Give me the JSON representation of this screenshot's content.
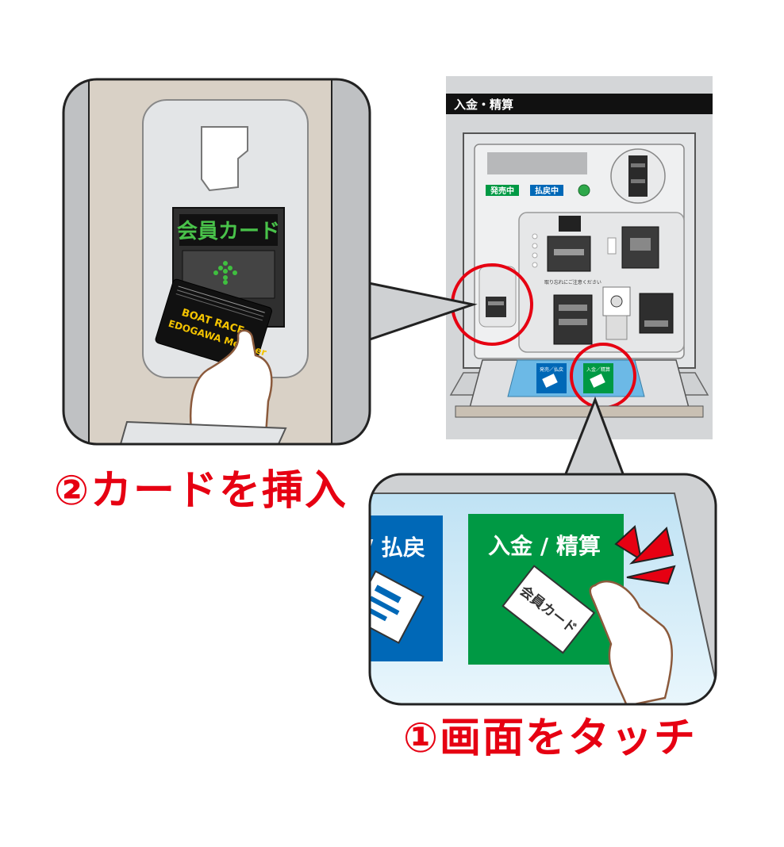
{
  "machine": {
    "header_title": "入金・精算",
    "status_sale": "発売中",
    "status_refund": "払戻中",
    "notice_small": "取り忘れにご注意ください",
    "screen_btn_sale_refund": "発売／払戻",
    "screen_btn_deposit": "入金／精算"
  },
  "slot_zoom": {
    "slot_sign": "会員カード",
    "card_line1": "BOAT RACE",
    "card_line2": "EDOGAWA Member"
  },
  "screen_zoom": {
    "left_button_partial": "/ 払戻",
    "deposit_button": "入金 / 精算",
    "card_illustration_label": "会員カード"
  },
  "captions": {
    "step2": "②カードを挿入",
    "step1": "①画面をタッチ"
  },
  "colors": {
    "caption_red": "#e60012",
    "deposit_green": "#009944",
    "refund_blue": "#0068b7",
    "slot_sign_green": "#49c24a",
    "header_black": "#111111",
    "wall_beige": "#d9d1c6"
  }
}
